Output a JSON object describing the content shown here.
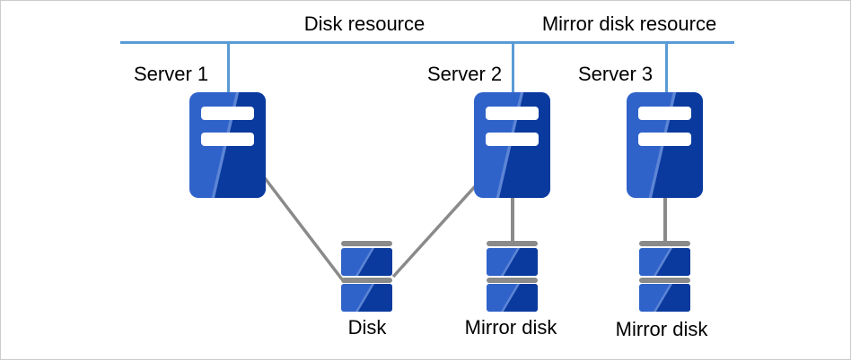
{
  "diagram": {
    "bus_labels": {
      "disk_resource": "Disk resource",
      "mirror_disk_resource": "Mirror disk resource"
    },
    "servers": [
      {
        "label": "Server 1"
      },
      {
        "label": "Server 2"
      },
      {
        "label": "Server 3"
      }
    ],
    "disks": [
      {
        "label": "Disk"
      },
      {
        "label": "Mirror disk"
      },
      {
        "label": "Mirror disk"
      }
    ],
    "colors": {
      "network_line": "#5b9bd5",
      "server_light_blue": "#3063ca",
      "server_dark_blue": "#0a3a9e",
      "connector_gray": "#8a8a8a",
      "disk_bar_gray": "#8a8a8a",
      "text": "#000000",
      "border": "#c9cccb"
    }
  }
}
